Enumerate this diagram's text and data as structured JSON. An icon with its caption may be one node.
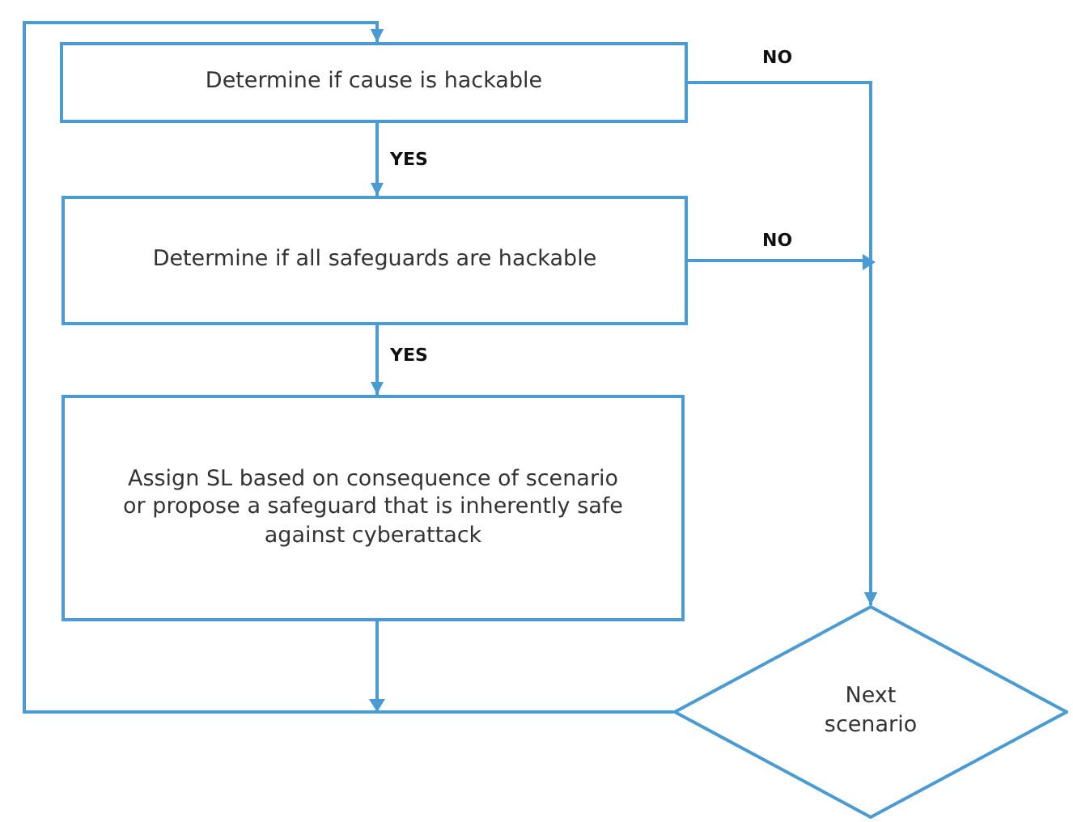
{
  "diagram": {
    "nodes": [
      {
        "text": [
          "Determine if cause is hackable"
        ]
      },
      {
        "text": [
          "Determine if all safeguards are hackable"
        ]
      },
      {
        "text": [
          "Assign SL based on consequence of scenario or propose a safeguard that is inherently safe against cyberattack"
        ]
      },
      {
        "text": [
          "Next scenario"
        ]
      }
    ],
    "edges": [
      {
        "from": 0,
        "to": 1,
        "arrow": "to",
        "label": "YES"
      },
      {
        "from": 1,
        "to": 2,
        "arrow": "to",
        "label": "YES"
      },
      {
        "from": 0,
        "to": 3,
        "arrow": "to",
        "label": "NO"
      },
      {
        "from": 1,
        "to": 3,
        "arrow": "to",
        "label": "NO"
      },
      {
        "from": 2,
        "to": 0,
        "arrow": "to"
      },
      {
        "from": 3,
        "to": 0,
        "arrow": "to"
      }
    ]
  }
}
